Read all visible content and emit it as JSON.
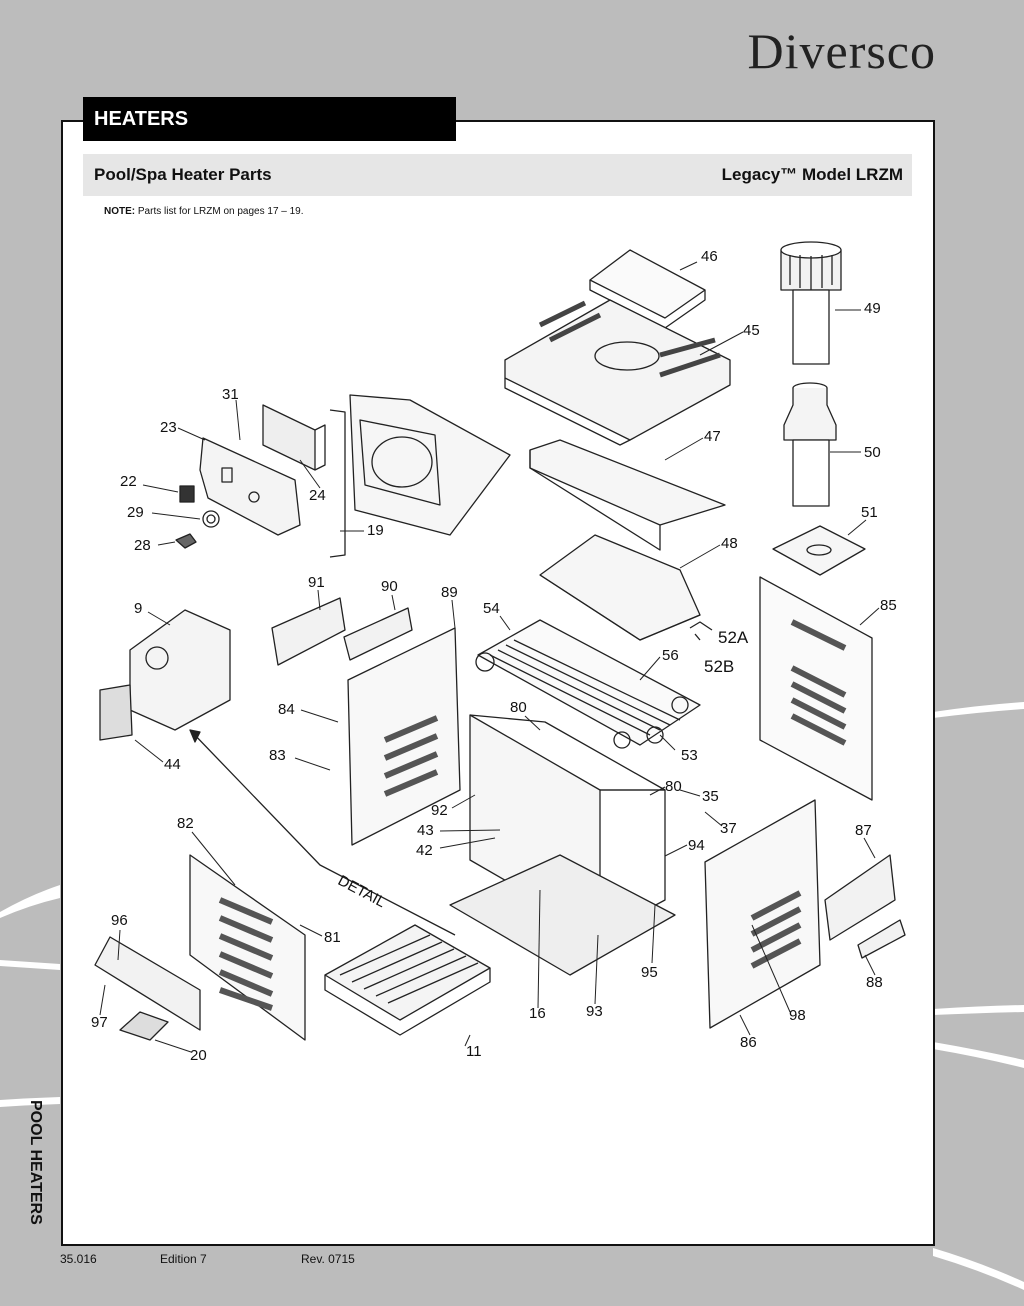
{
  "brand": "Diversco",
  "section_tab": "HEATERS",
  "title_left": "Pool/Spa Heater Parts",
  "title_right": "Legacy™ Model LRZM",
  "note_label": "NOTE:",
  "note_text": "Parts list for LRZM on pages 17 – 19.",
  "side_tab": "POOL HEATERS",
  "footer": {
    "code": "35.016",
    "edition": "Edition 7",
    "rev": "Rev. 0715"
  },
  "detail_label": "DETAIL",
  "part_labels": [
    "46",
    "49",
    "45",
    "47",
    "50",
    "51",
    "48",
    "52A",
    "52B",
    "85",
    "31",
    "23",
    "22",
    "24",
    "29",
    "19",
    "28",
    "91",
    "90",
    "89",
    "54",
    "56",
    "9",
    "84",
    "80",
    "83",
    "44",
    "53",
    "80",
    "35",
    "92",
    "37",
    "43",
    "42",
    "94",
    "87",
    "82",
    "96",
    "81",
    "95",
    "98",
    "88",
    "97",
    "11",
    "16",
    "93",
    "86",
    "20"
  ]
}
